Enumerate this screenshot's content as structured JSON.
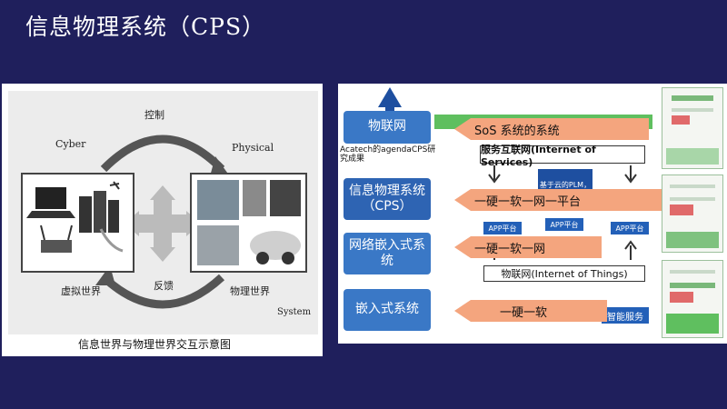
{
  "slide": {
    "title": "信息物理系统（CPS）"
  },
  "left_figure": {
    "labels": {
      "control": "控制",
      "cyber": "Cyber",
      "physical": "Physical",
      "virtual_world": "虚拟世界",
      "feedback": "反馈",
      "physical_world": "物理世界",
      "system": "System"
    },
    "caption": "信息世界与物理世界交互示意图"
  },
  "right_figure": {
    "left_boxes": [
      "物联网",
      "信息物理系统（CPS）",
      "网络嵌入式系统",
      "嵌入式系统"
    ],
    "acatech_note": "Acatech的agendaCPS研究成果",
    "services_bar": "服务互联网(Internet of Services)",
    "things_bar": "物联网(Internet of Things)",
    "center_block": "基于云的PLM，ERP、QMS、…",
    "app_labels": [
      "APP平台",
      "APP平台",
      "APP平台"
    ],
    "smart_service": "智能服务",
    "callouts": [
      "SoS 系统的系统",
      "一硬一软一网一平台",
      "一硬一软一网",
      "一硬一软"
    ],
    "colors": {
      "box_blue": "#3a78c6",
      "callout_orange": "#f4a57e",
      "band_green": "#5fbf5f"
    }
  }
}
